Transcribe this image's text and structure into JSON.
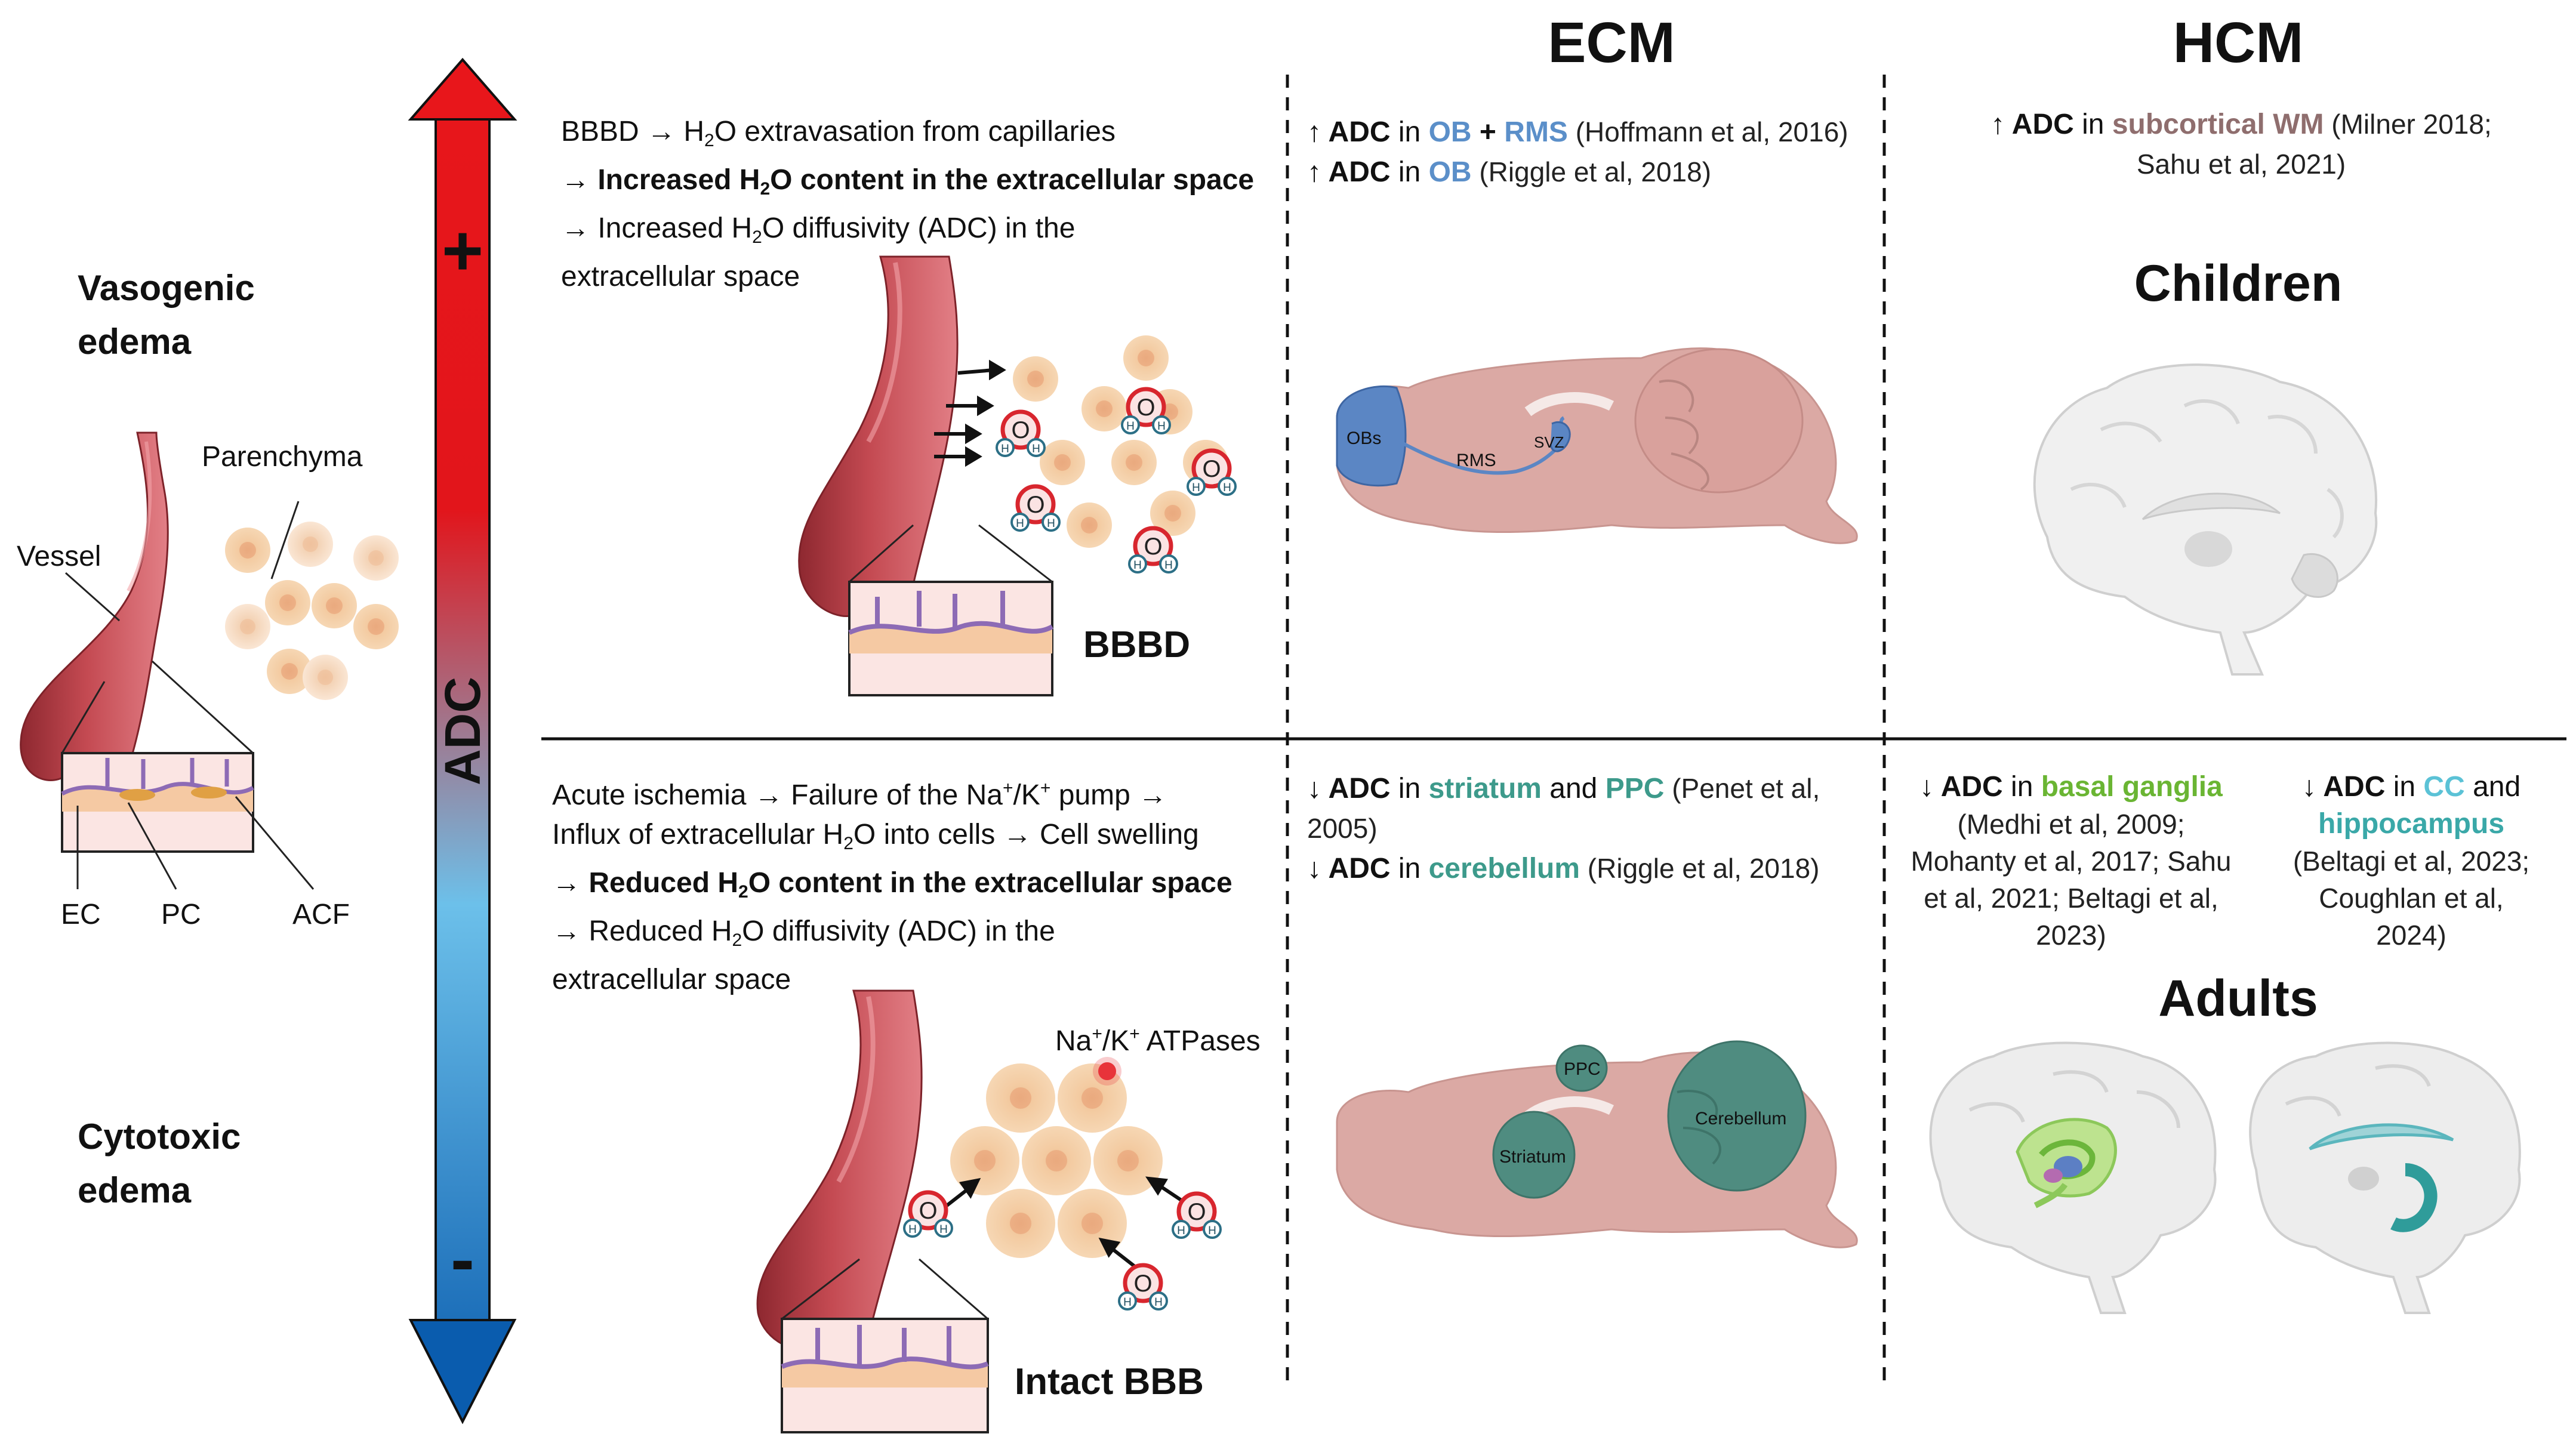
{
  "scale": {
    "plus": "+",
    "minus": "-",
    "label": "ADC"
  },
  "left_panel": {
    "vasogenic_line1": "Vasogenic",
    "vasogenic_line2": "edema",
    "cytotoxic_line1": "Cytotoxic",
    "cytotoxic_line2": "edema",
    "parenchyma": "Parenchyma",
    "vessel": "Vessel",
    "ec": "EC",
    "pc": "PC",
    "acf": "ACF"
  },
  "headers": {
    "ecm": "ECM",
    "hcm": "HCM",
    "children": "Children",
    "adults": "Adults"
  },
  "vasogenic": {
    "line1a": "BBBD → H",
    "line1b": "O extravasation from capillaries",
    "line2a": "→ Increased H",
    "line2b": "O content in the extracellular space",
    "line3a": "→ Increased H",
    "line3b": "O diffusivity (ADC) in the",
    "line4": "extracellular space",
    "sub2": "2",
    "bbbd_label": "BBBD"
  },
  "cytotoxic": {
    "line1a": "Acute ischemia → Failure of the Na",
    "line1b": "/K",
    "line1c": " pump →",
    "line2a": "Influx of extracellular H",
    "line2b": "O into cells → Cell swelling",
    "line3a": "→ Reduced H",
    "line3b": "O content in the extracellular space",
    "line4a": "→ Reduced H",
    "line4b": "O diffusivity (ADC) in the",
    "line5": "extracellular space",
    "plus": "+",
    "sub2": "2",
    "atpase_a": "Na",
    "atpase_b": "/K",
    "atpase_c": " ATPases",
    "intact_label": "Intact BBB"
  },
  "ecm_top": {
    "r1_arrow": "↑ ADC",
    "r1_in": " in ",
    "r1_ob": "OB",
    "r1_plus": " + ",
    "r1_rms": "RMS",
    "r1_ref": " (Hoffmann et al, 2016)",
    "r2_arrow": "↑ ADC",
    "r2_in": " in ",
    "r2_ob": "OB",
    "r2_ref": " (Riggle et al, 2018)",
    "brain_obs": "OBs",
    "brain_rms": "RMS",
    "brain_svz": "SVZ"
  },
  "ecm_bottom": {
    "r1_arrow": "↓ ADC",
    "r1_in": " in ",
    "r1_striatum": "striatum",
    "r1_and": " and ",
    "r1_ppc": "PPC",
    "r1_ref1": " (Penet et al,",
    "r1_ref2": "2005)",
    "r2_arrow": "↓ ADC",
    "r2_in": " in ",
    "r2_cereb": "cerebellum",
    "r2_ref": " (Riggle et al, 2018)",
    "brain_ppc": "PPC",
    "brain_striatum": "Striatum",
    "brain_cerebellum": "Cerebellum"
  },
  "hcm_top": {
    "arrow": "↑ ADC",
    "in": " in ",
    "wm": "subcortical WM",
    "ref1": " (Milner 2018;",
    "ref2": "Sahu et al, 2021)"
  },
  "hcm_bottom": {
    "l_arrow": "↓ ADC",
    "l_in": " in ",
    "l_bg": "basal ganglia",
    "l_ref1": "(Medhi et al, 2009;",
    "l_ref2": "Mohanty et al, 2017; Sahu",
    "l_ref3": "et al, 2021; Beltagi et al,",
    "l_ref4": "2023)",
    "r_arrow": "↓ ADC",
    "r_in": " in ",
    "r_cc": "CC",
    "r_and": " and",
    "r_hip": "hippocampus",
    "r_ref1": "(Beltagi et al, 2023;",
    "r_ref2": "Coughlan et al,",
    "r_ref3": "2024)"
  },
  "colors": {
    "scale_top": "#e8161b",
    "scale_bottom": "#0a5cae",
    "vessel": "#b8404a",
    "cell": "#f3cfa6",
    "rodent_brain": "#d9a7a3",
    "teal_region": "#4f8c80",
    "ob_region": "#5b86c4"
  }
}
